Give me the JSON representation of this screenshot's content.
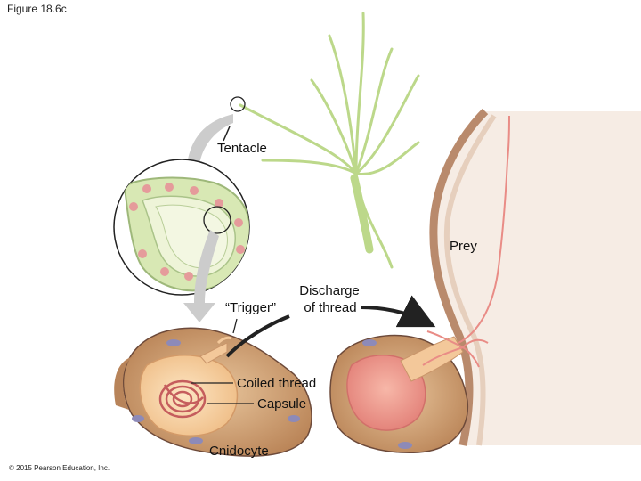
{
  "figure": {
    "id": "Figure 18.6c"
  },
  "labels": {
    "tentacle": "Tentacle",
    "prey": "Prey",
    "discharge_line1": "Discharge",
    "discharge_line2": "of thread",
    "trigger": "“Trigger”",
    "coiled_thread": "Coiled thread",
    "capsule": "Capsule",
    "cnidocyte": "Cnidocyte"
  },
  "footer": {
    "copyright": "© 2015 Pearson Education, Inc."
  },
  "colors": {
    "tentacle_green": "#bcd88a",
    "cell_green": "#d8e8b4",
    "capsule_orange": "#f3c89a",
    "thread_pink": "#e98c86",
    "prey_tan": "#cfa98c",
    "cell_brown": "#c9956a",
    "nucleus_purple": "#8d8ab8",
    "arrow_gray": "#c9c9c9",
    "arrow_dark": "#222222"
  }
}
